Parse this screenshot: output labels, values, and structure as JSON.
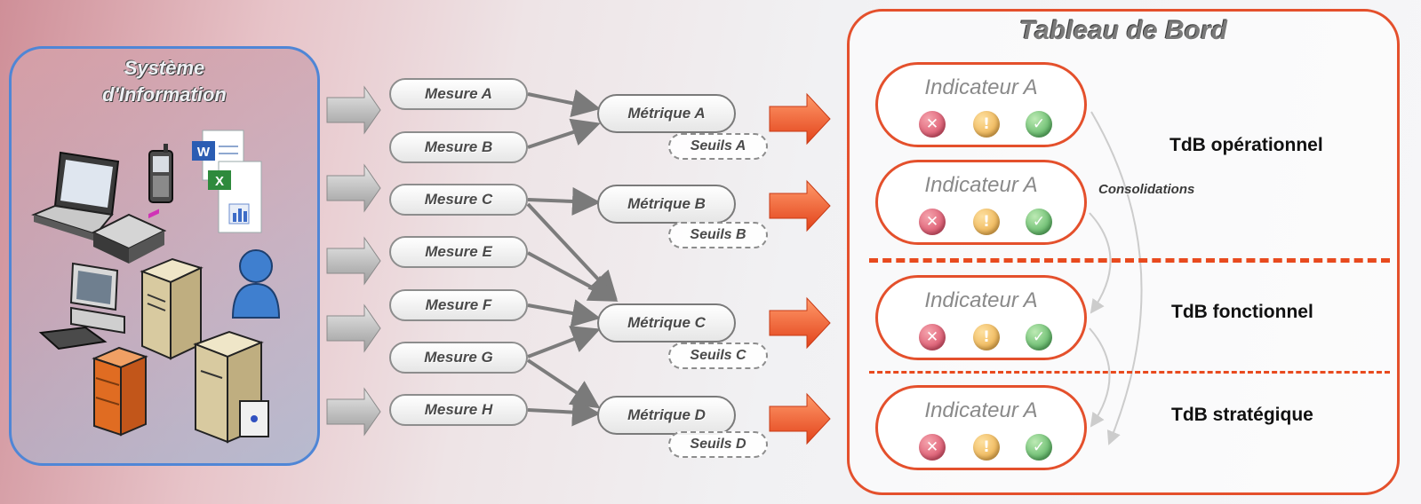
{
  "systeme": {
    "title": "Système\nd'Information",
    "icons": [
      "laptop-icon",
      "mobile-phone-icon",
      "word-document-icon",
      "excel-spreadsheet-icon",
      "network-device-icon",
      "desktop-computer-icon",
      "server-icon",
      "user-icon",
      "firewall-icon",
      "server-icon"
    ]
  },
  "mesures": [
    "Mesure A",
    "Mesure B",
    "Mesure C",
    "Mesure E",
    "Mesure F",
    "Mesure G",
    "Mesure H"
  ],
  "metriques": [
    "Métrique A",
    "Métrique B",
    "Métrique C",
    "Métrique D"
  ],
  "seuils": [
    "Seuils A",
    "Seuils B",
    "Seuils C",
    "Seuils D"
  ],
  "tableau": {
    "title": "Tableau de Bord",
    "indicateurs": [
      "Indicateur A",
      "Indicateur A",
      "Indicateur A",
      "Indicateur A"
    ],
    "status_icons": {
      "red": "✕",
      "amber": "!",
      "green": "✓"
    },
    "levels": [
      "TdB opérationnel",
      "TdB fonctionnel",
      "TdB stratégique"
    ],
    "consolidations": "Consolidations"
  },
  "colors": {
    "accent_orange": "#e4502c",
    "si_border": "#4f86d6",
    "status_red": "#d43b58",
    "status_amber": "#e8a236",
    "status_green": "#3ea54b"
  }
}
